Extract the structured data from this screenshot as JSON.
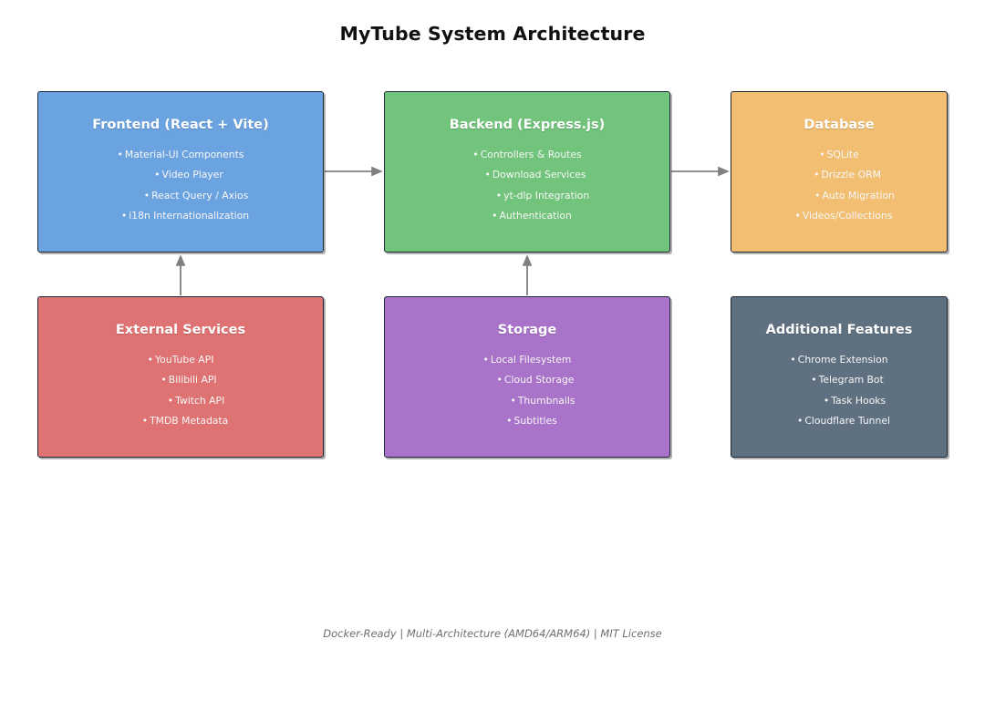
{
  "title": "MyTube System Architecture",
  "footer": "Docker-Ready | Multi-Architecture (AMD64/ARM64) | MIT License",
  "bullet": "•",
  "colors": {
    "frontend": "#6BA3E0",
    "backend": "#72C47C",
    "database": "#F2BE72",
    "external": "#DF7272",
    "storage": "#A873C9",
    "features": "#5F7080",
    "border": "#1F2937",
    "arrow": "#808080",
    "title_text": "#111111",
    "footer_text": "#6F6F6F",
    "node_text": "#F7F7F7",
    "background": "#FFFFFF"
  },
  "nodes": [
    {
      "id": "frontend",
      "title": "Frontend (React + Vite)",
      "items": [
        "Material-UI Components",
        "Video Player",
        "React Query / Axios",
        "i18n Internationalization"
      ]
    },
    {
      "id": "backend",
      "title": "Backend (Express.js)",
      "items": [
        "Controllers & Routes",
        "Download Services",
        "yt-dlp Integration",
        "Authentication"
      ]
    },
    {
      "id": "database",
      "title": "Database",
      "items": [
        "SQLite",
        "Drizzle ORM",
        "Auto Migration",
        "Videos/Collections"
      ]
    },
    {
      "id": "external",
      "title": "External Services",
      "items": [
        "YouTube API",
        "Bilibili API",
        "Twitch API",
        "TMDB Metadata"
      ]
    },
    {
      "id": "storage",
      "title": "Storage",
      "items": [
        "Local Filesystem",
        "Cloud Storage",
        "Thumbnails",
        "Subtitles"
      ]
    },
    {
      "id": "features",
      "title": "Additional Features",
      "items": [
        "Chrome Extension",
        "Telegram Bot",
        "Task Hooks",
        "Cloudflare Tunnel"
      ]
    }
  ],
  "connections": [
    {
      "id": "frontend-to-backend",
      "from": "frontend",
      "to": "backend",
      "direction": "right"
    },
    {
      "id": "backend-to-database",
      "from": "backend",
      "to": "database",
      "direction": "right"
    },
    {
      "id": "external-to-frontend",
      "from": "external",
      "to": "frontend",
      "direction": "up"
    },
    {
      "id": "storage-to-backend",
      "from": "storage",
      "to": "backend",
      "direction": "up"
    }
  ]
}
